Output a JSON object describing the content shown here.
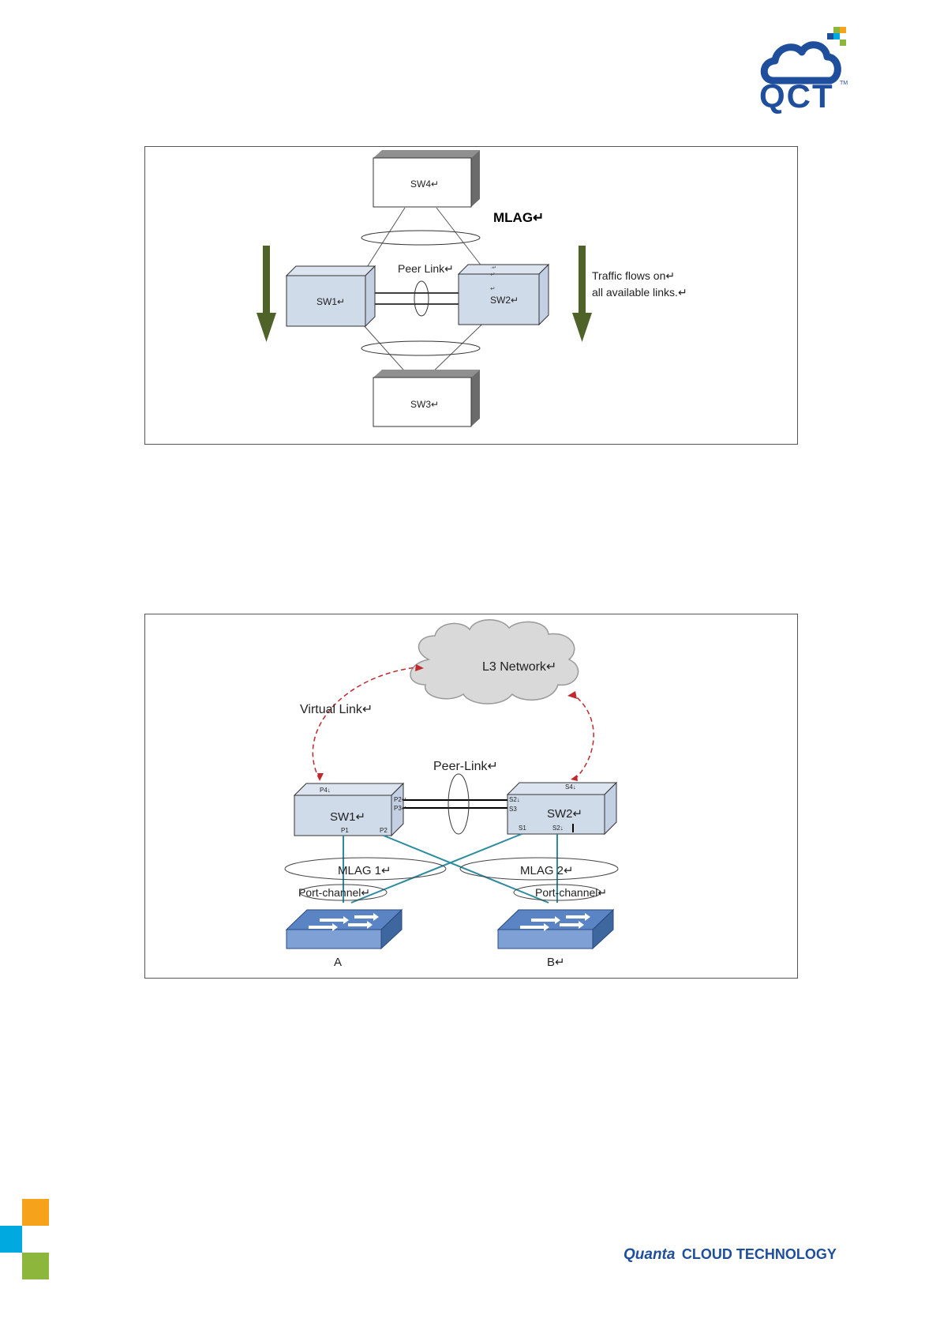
{
  "header": {
    "logo_text": "QCT",
    "logo_tm": "TM"
  },
  "figure1": {
    "mlag_label": "MLAG↵",
    "peer_link_label": "Peer Link↵",
    "traffic_line1": "Traffic flows on↵",
    "traffic_line2": "all available links.↵",
    "sw1": "SW1↵",
    "sw2": "SW2↵",
    "sw3": "SW3↵",
    "sw4": "SW4↵",
    "marks": [
      "·↵",
      "↵",
      "↵"
    ]
  },
  "figure2": {
    "l3_network": "L3  Network↵",
    "virtual_link": "Virtual  Link↵",
    "peer_link": "Peer-Link↵",
    "sw1": "SW1↵",
    "sw2": "SW2↵",
    "sw1_ports": {
      "p4": "P4↓",
      "p2": "P2↵",
      "p3": "P3↵",
      "p1": "P1",
      "p2b": "P2"
    },
    "sw2_ports": {
      "s4": "S4↓",
      "s2": "S2↓",
      "s3": "S3",
      "s1": "S1",
      "s2b": "S2↓"
    },
    "mlag1": "MLAG   1↵",
    "mlag2": "MLAG   2↵",
    "port_channel_a": "Port-channel↵",
    "port_channel_b": "Port-channel↵",
    "host_a": "A",
    "host_b": "B↵"
  },
  "footer": {
    "brand_quanta": "Quanta",
    "brand_rest": "CLOUD TECHNOLOGY"
  },
  "colors": {
    "qct_blue": "#1E4E9C",
    "cyan": "#00A9E0",
    "orange": "#F7A21B",
    "green": "#8DB63C",
    "arrow_green": "#4F6228",
    "switch_fill": "#D0DBEA",
    "cross_line": "#2E8B9E",
    "virtual_red": "#C0282D"
  }
}
